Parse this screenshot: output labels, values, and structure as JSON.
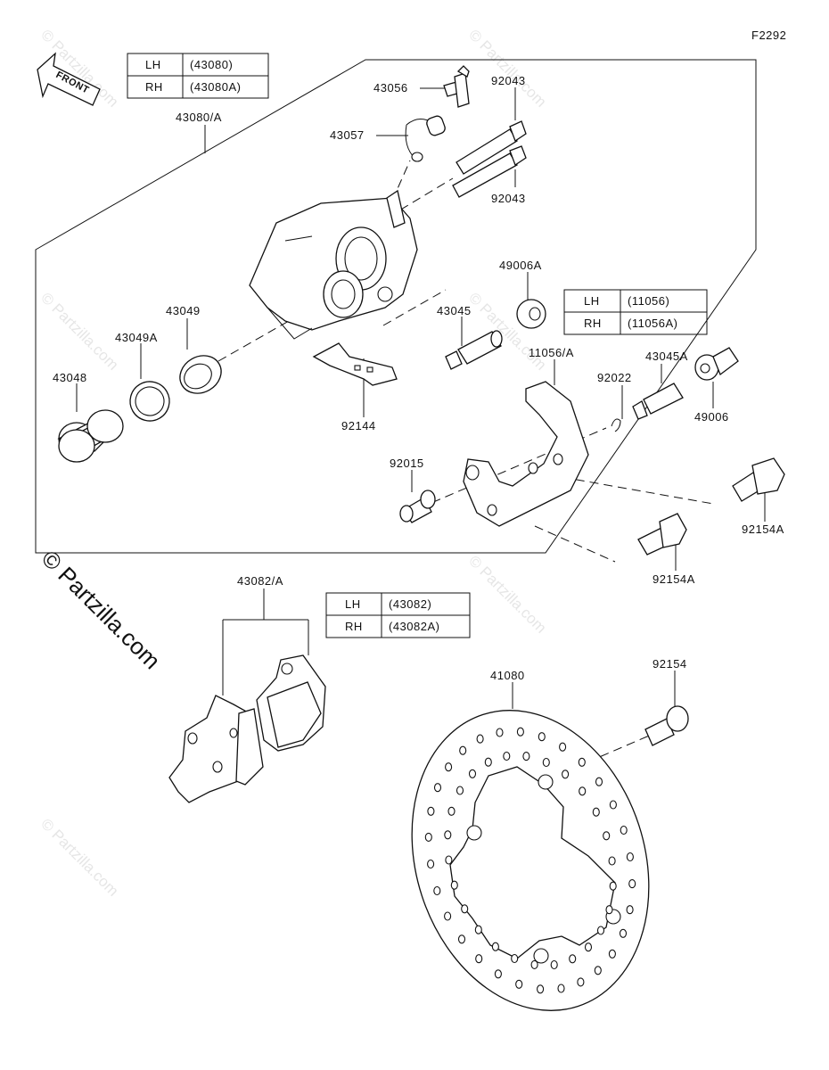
{
  "figure_code": "F2292",
  "front_marker": "FRONT",
  "watermark_main": "© Partzilla.com",
  "watermark_faint": "© Partzilla.com",
  "callouts": {
    "c43056": "43056",
    "c92043a": "92043",
    "c43057": "43057",
    "c92043b": "92043",
    "c43080A": "43080/A",
    "c49006A": "49006A",
    "c43049": "43049",
    "c43045": "43045",
    "c43049A": "43049A",
    "c11056A": "11056/A",
    "c43045A": "43045A",
    "c92022": "92022",
    "c43048": "43048",
    "c49006": "49006",
    "c92144": "92144",
    "c92015": "92015",
    "c92154Aa": "92154A",
    "c92154Ab": "92154A",
    "c43082A": "43082/A",
    "c41080": "41080",
    "c92154": "92154"
  },
  "tables": {
    "caliper": {
      "rows": [
        {
          "side": "LH",
          "part": "(43080)"
        },
        {
          "side": "RH",
          "part": "(43080A)"
        }
      ]
    },
    "bracket": {
      "rows": [
        {
          "side": "LH",
          "part": "(11056)"
        },
        {
          "side": "RH",
          "part": "(11056A)"
        }
      ]
    },
    "pads": {
      "rows": [
        {
          "side": "LH",
          "part": "(43082)"
        },
        {
          "side": "RH",
          "part": "(43082A)"
        }
      ]
    }
  }
}
